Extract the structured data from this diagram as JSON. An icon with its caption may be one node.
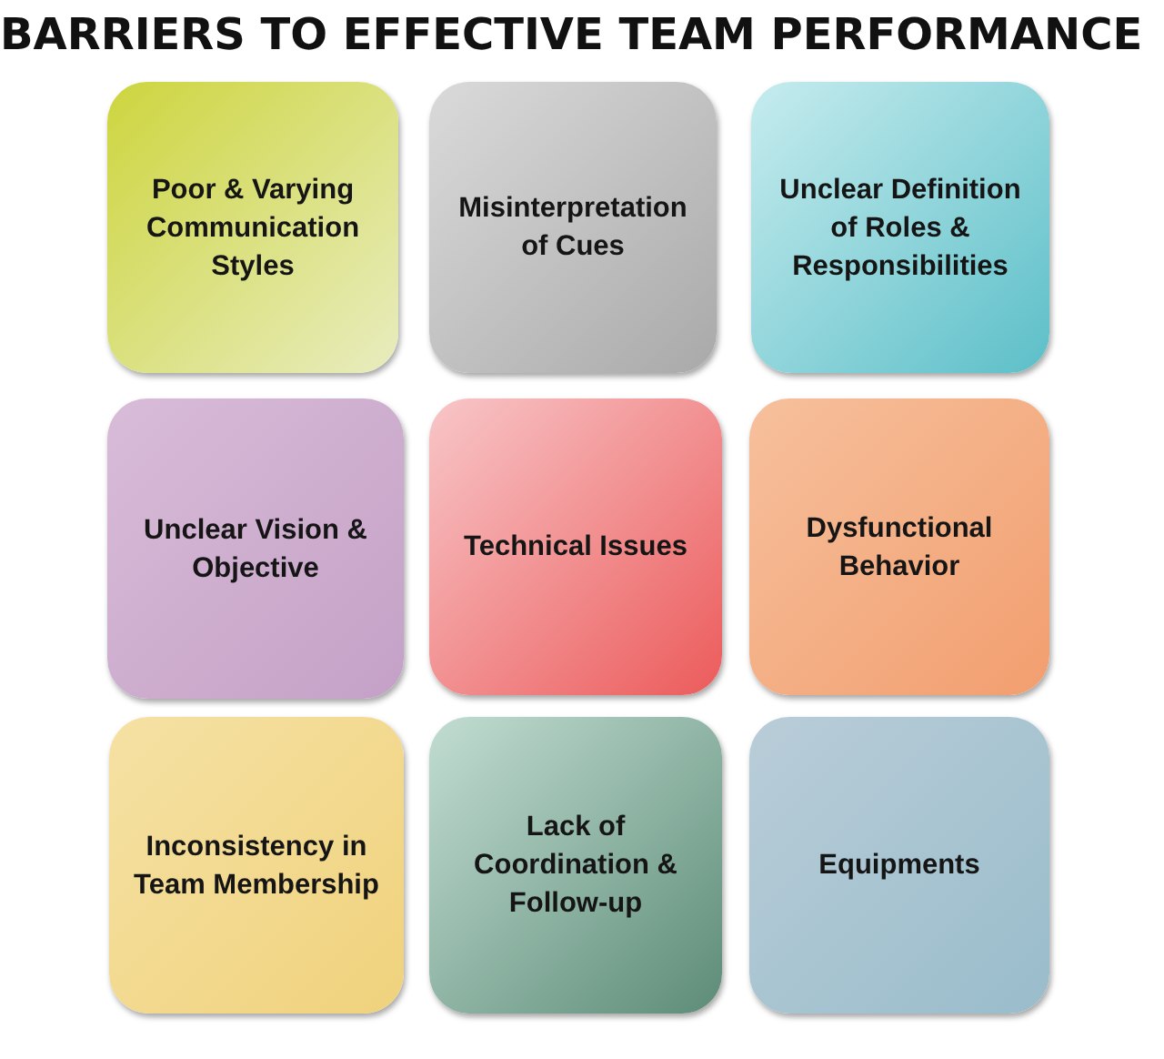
{
  "diagram": {
    "title": "BARRIERS TO EFFECTIVE TEAM PERFORMANCE",
    "nodes": [
      {
        "text": [
          "Poor & Varying Communication Styles"
        ]
      },
      {
        "text": [
          "Misinterpretation of Cues"
        ]
      },
      {
        "text": [
          "Unclear Definition of Roles & Responsibilities"
        ]
      },
      {
        "text": [
          "Unclear Vision & Objective"
        ]
      },
      {
        "text": [
          "Technical Issues"
        ]
      },
      {
        "text": [
          "Dysfunctional Behavior"
        ]
      },
      {
        "text": [
          "Inconsistency in Team Membership"
        ]
      },
      {
        "text": [
          "Lack of Coordination & Follow-up"
        ]
      },
      {
        "text": [
          "Equipments"
        ]
      }
    ],
    "edges": []
  }
}
